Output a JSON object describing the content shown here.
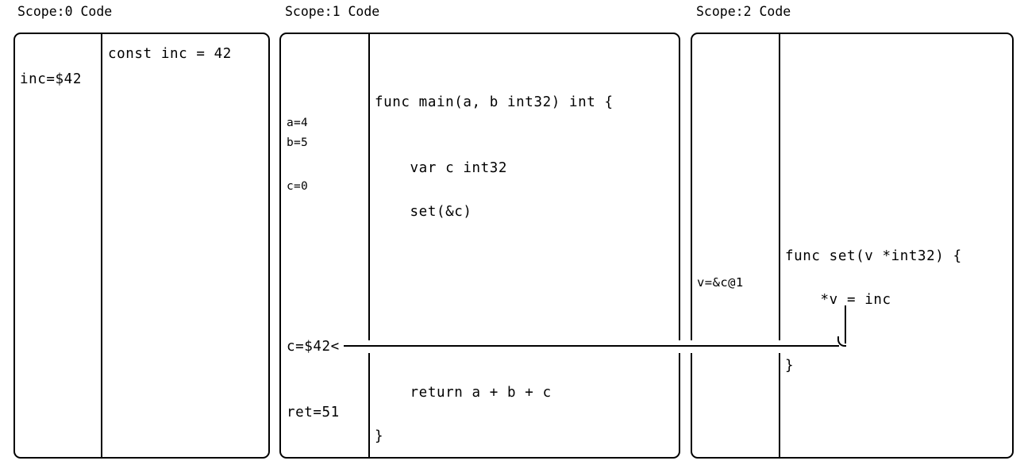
{
  "diagram": {
    "title_suffix": "Code",
    "arrow": {
      "label_source": "*v = inc",
      "label_target": "c=$42",
      "arrowhead_glyph": "<"
    }
  },
  "scopes": [
    {
      "id": 0,
      "title": "Scope:0 Code",
      "vars": [
        {
          "text": "inc=$42",
          "size": "large"
        }
      ],
      "code": [
        {
          "text": "const inc = 42"
        }
      ]
    },
    {
      "id": 1,
      "title": "Scope:1 Code",
      "vars": [
        {
          "text": "a=4",
          "size": "small"
        },
        {
          "text": "b=5",
          "size": "small"
        },
        {
          "text": "c=0",
          "size": "small"
        },
        {
          "text": "c=$42<",
          "size": "large"
        },
        {
          "text": "ret=51",
          "size": "large"
        }
      ],
      "code": [
        {
          "text": "func main(a, b int32) int {"
        },
        {
          "text": "    var c int32"
        },
        {
          "text": "    set(&c)"
        },
        {
          "text": "    return a + b + c"
        },
        {
          "text": "}"
        }
      ]
    },
    {
      "id": 2,
      "title": "Scope:2 Code",
      "vars": [
        {
          "text": "v=&c@1",
          "size": "medium"
        }
      ],
      "code": [
        {
          "text": "func set(v *int32) {"
        },
        {
          "text": "    *v = inc"
        },
        {
          "text": "}"
        }
      ]
    }
  ],
  "colors": {
    "stroke": "#000000",
    "background": "#ffffff"
  }
}
